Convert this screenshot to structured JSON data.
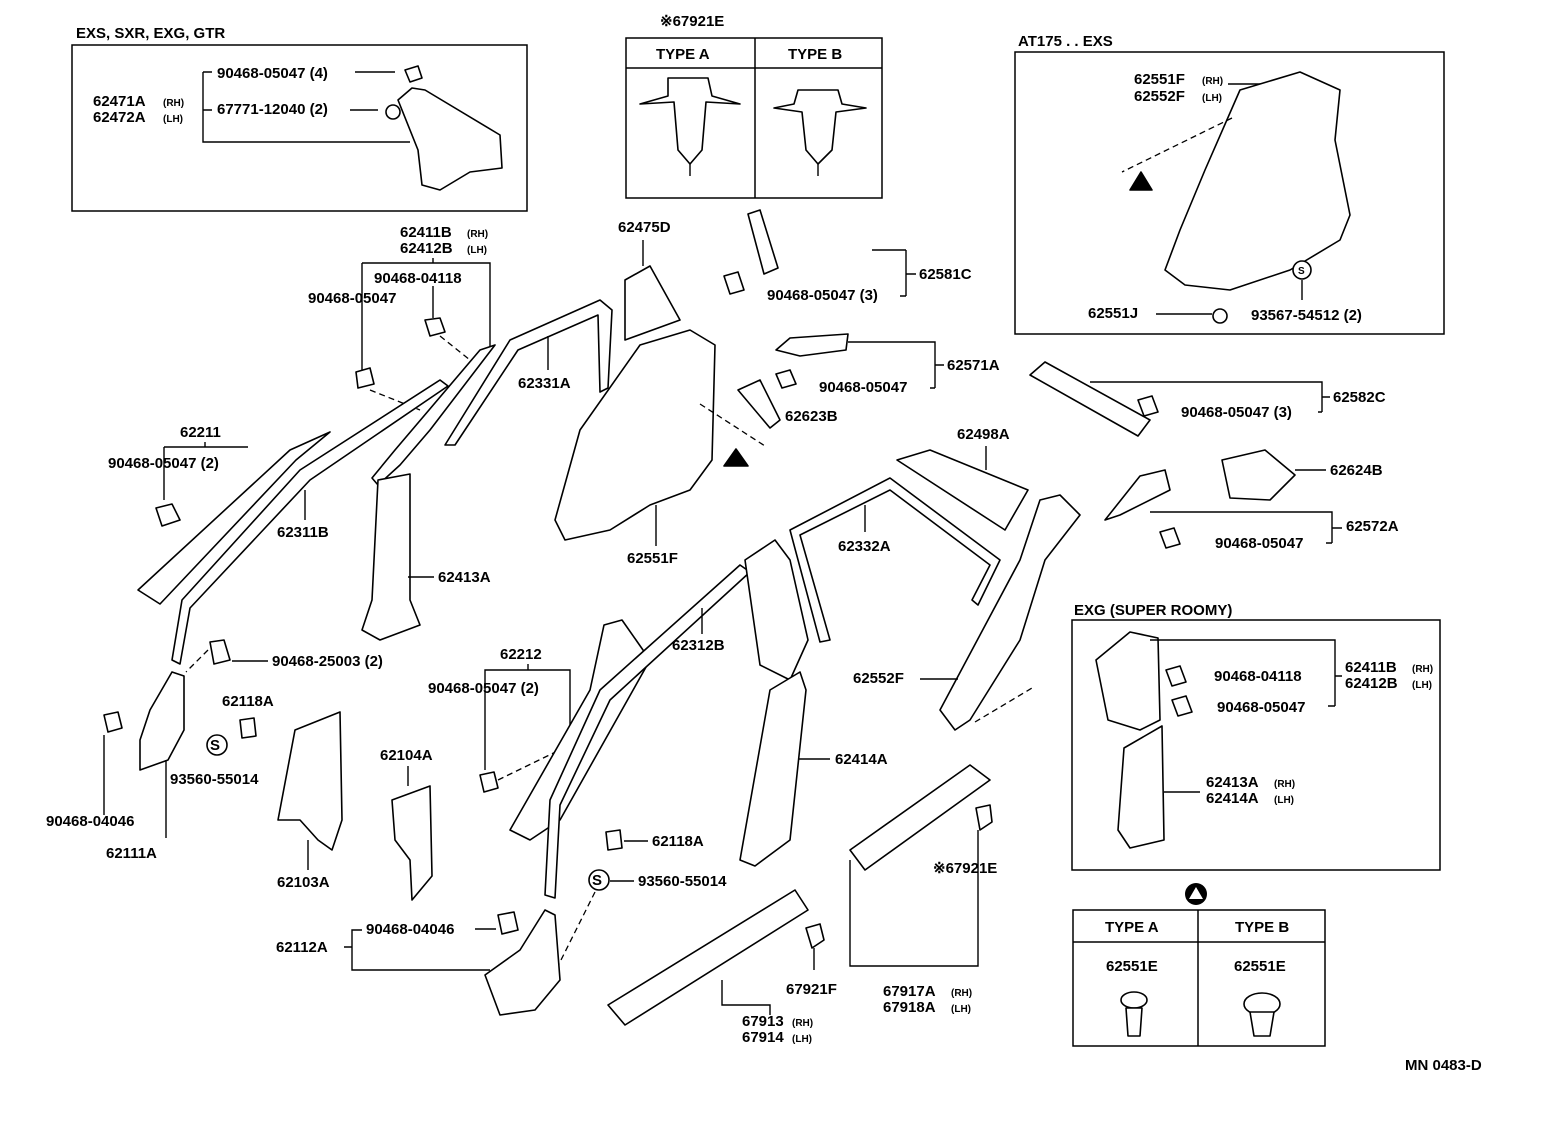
{
  "inset_exs_sxr": {
    "title": "EXS, SXR, EXG, GTR",
    "clip1": "90468-05047 (4)",
    "part_rh": "62471A",
    "part_lh": "62472A",
    "clip2": "67771-12040 (2)"
  },
  "inset_type_ab_top": {
    "header": "※67921E",
    "type_a": "TYPE A",
    "type_b": "TYPE B"
  },
  "inset_at175": {
    "title": "AT175 . . EXS",
    "part_rh": "62551F",
    "part_lh": "62552F",
    "cap": "62551J",
    "screw": "93567-54512 (2)"
  },
  "inset_exg_super": {
    "title": "EXG (SUPER ROOMY)",
    "clip1": "90468-04118",
    "clip2": "90468-05047",
    "upper_rh": "62411B",
    "upper_lh": "62412B",
    "lower_rh": "62413A",
    "lower_lh": "62414A"
  },
  "inset_type_ab_bottom": {
    "type_a": "TYPE A",
    "type_b": "TYPE B",
    "part_a": "62551E",
    "part_b": "62551E"
  },
  "suffix": {
    "rh": "(RH)",
    "lh": "(LH)"
  },
  "labels": {
    "p62411B": "62411B",
    "p62412B": "62412B",
    "c90468_04118": "90468-04118",
    "c90468_05047_a": "90468-05047",
    "p62211": "62211",
    "c90468_05047_2a": "90468-05047 (2)",
    "p62311B": "62311B",
    "p62331A": "62331A",
    "p62413A": "62413A",
    "p62475D": "62475D",
    "p62551F": "62551F",
    "c90468_25003": "90468-25003 (2)",
    "p62118A_a": "62118A",
    "c93560_55014_a": "93560-55014",
    "c90468_04046_a": "90468-04046",
    "p62111A": "62111A",
    "p62103A": "62103A",
    "p62104A": "62104A",
    "p62212": "62212",
    "c90468_05047_2b": "90468-05047 (2)",
    "p62312B": "62312B",
    "p62332A": "62332A",
    "p62498A": "62498A",
    "p62552F": "62552F",
    "p62414A": "62414A",
    "p62118A_b": "62118A",
    "c93560_55014_b": "93560-55014",
    "c90468_04046_b": "90468-04046",
    "p62112A": "62112A",
    "p67921F": "67921F",
    "p67913": "67913",
    "p67914": "67914",
    "p67921E": "※67921E",
    "p67917A": "67917A",
    "p67918A": "67918A",
    "c90468_05047_3a": "90468-05047 (3)",
    "p62581C": "62581C",
    "p62571A": "62571A",
    "c90468_05047_b": "90468-05047",
    "p62623B": "62623B",
    "c90468_05047_3b": "90468-05047 (3)",
    "p62582C": "62582C",
    "p62624B": "62624B",
    "p62572A": "62572A",
    "c90468_05047_c": "90468-05047"
  },
  "footer_code": "MN 0483-D"
}
